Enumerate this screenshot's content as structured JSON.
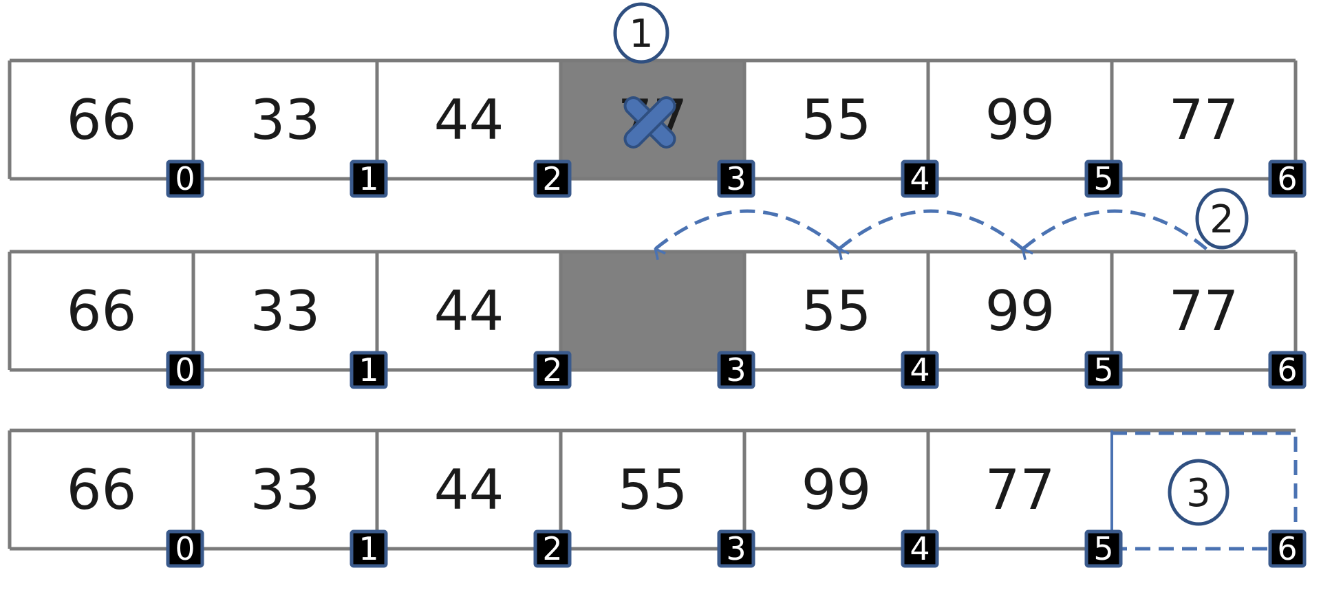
{
  "rows": [
    {
      "values": [
        "66",
        "33",
        "44",
        "77",
        "55",
        "99",
        "77"
      ],
      "removed_slot": 3,
      "empty_slot": -1
    },
    {
      "values": [
        "66",
        "33",
        "44",
        "",
        "55",
        "99",
        "77"
      ],
      "removed_slot": -1,
      "empty_slot": 3
    },
    {
      "values": [
        "66",
        "33",
        "44",
        "55",
        "99",
        "77",
        ""
      ],
      "removed_slot": -1,
      "empty_slot": -1,
      "dashed_slot": 6
    }
  ],
  "indices": [
    "0",
    "1",
    "2",
    "3",
    "4",
    "5",
    "6"
  ],
  "steps": [
    "1",
    "2",
    "3"
  ],
  "colors": {
    "grid": "#7a7a7a",
    "shaded": "#808080",
    "accent": "#4a72b2",
    "index_fill": "#000000",
    "index_border": "#3a5a8c"
  },
  "icons": {
    "remove": "close-x-icon"
  }
}
